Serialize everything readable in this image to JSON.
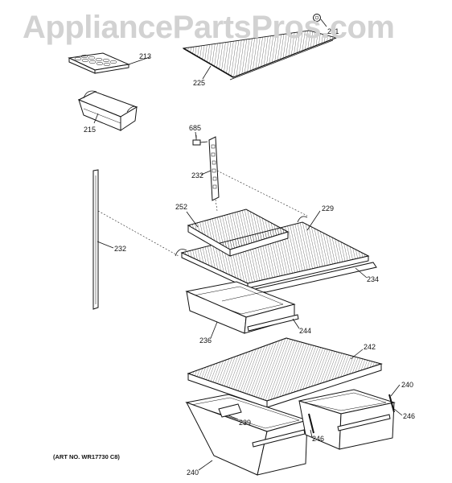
{
  "watermark": "AppliancePartsPros.com",
  "art_number": "(ART NO. WR17730 C8)",
  "callouts": {
    "c211": "211",
    "c213": "213",
    "c225": "225",
    "c215": "215",
    "c685": "685",
    "c232a": "232",
    "c232b": "232",
    "c252": "252",
    "c229": "229",
    "c234": "234",
    "c236": "236",
    "c244": "244",
    "c242": "242",
    "c240a": "240",
    "c246a": "246",
    "c239": "239",
    "c246b": "246",
    "c240b": "240"
  }
}
